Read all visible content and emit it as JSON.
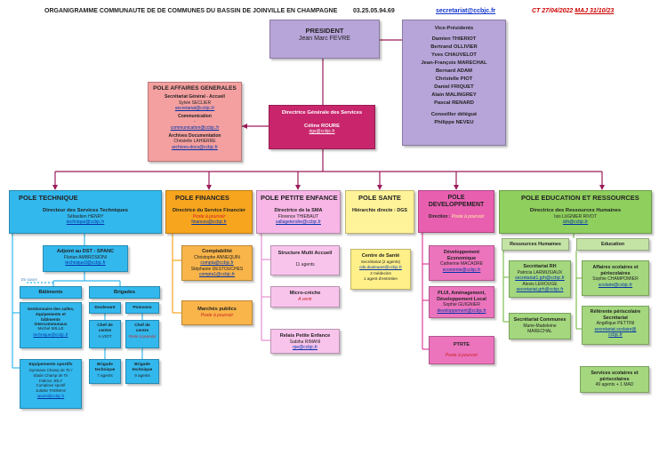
{
  "header": {
    "title": "ORGANIGRAMME COMMUNAUTE DE DE COMMUNES DU BASSIN DE JOINVILLE EN CHAMPAGNE",
    "phone": "03.25.05.94.69",
    "email": "secretariat@ccbjc.fr",
    "date": "CT 27/04/2022",
    "update": "MAJ 31/10/23"
  },
  "president": {
    "title": "PRESIDENT",
    "name": "Jean Marc FEVRE"
  },
  "vice": {
    "title": "Vice-Présidents",
    "names": [
      "Damien THIERIOT",
      "Bertrand OLLIVIER",
      "Yves CHAUVELOT",
      "Jean-François MARECHAL",
      "Bernard ADAM",
      "Christelle PIOT",
      "Daniel FRIQUET",
      "Alain MALINGREY",
      "Pascal RENARD"
    ],
    "delegue_title": "Conseiller délégué",
    "delegue_name": "Philippe NEVEU"
  },
  "dgs": {
    "title": "Directrice Générale des Services",
    "name": "Céline ROURE",
    "email": "dgs@ccbjc.fr"
  },
  "affaires": {
    "title": "POLE AFFAIRES GENERALES",
    "sec_title": "Secrétariat Général - Accueil",
    "sec_name": "Sylvie SECLIER",
    "sec_email": "secretariat@ccbjc.fr",
    "com_title": "Communication",
    "com_dash": "-",
    "com_email": "communication@ccbjc.fr",
    "arch_title": "Archives Documentation",
    "arch_name": "Christelle LAHIERRE",
    "arch_email": "archives-docs@ccbjc.fr"
  },
  "technique": {
    "title": "POLE TECHNIQUE",
    "dir_title": "Directeur des Services Techniques",
    "dir_name": "Sébastien HENRY",
    "dir_email": "technique@ccbjc.fr",
    "adj_title": "Adjoint au DST - SPANC",
    "adj_name": "Florian AMBROSIONI",
    "adj_email": "technique3@ccbjc.fr",
    "en_cours": "En cours",
    "bat_title": "Bâtiments",
    "brig_title": "Brigades",
    "gest_lines": [
      "Gestionnaire des salles,",
      "équipements et",
      "bâtiments",
      "intercommunaux"
    ],
    "gest_name": "Michel MILLE",
    "gest_email": "technique@ccbjc.fr",
    "equip_title": "Equipements sportifs",
    "equip_lines": [
      "Gymnase Champ de Tir /",
      "Stade Champ de Tir",
      "Fabrice JOLY",
      "Complexe sportif",
      "Juliette THOMAS"
    ],
    "equip_email": "sports@ccbjc.fr",
    "doulevant": "Doulevant",
    "poissons": "Poissons",
    "chef1_title": "Chef de",
    "chef1_title2": "centre",
    "chef1_name": "A.VIOT",
    "chef2_title": "Chef de",
    "chef2_title2": "centre",
    "chef2_name": "Poste à pourvoir",
    "brig1_title": "Brigade",
    "brig1_title2": "technique",
    "brig1_count": "7 agents",
    "brig2_title": "Brigade",
    "brig2_title2": "technique",
    "brig2_count": "9 agents"
  },
  "finances": {
    "title": "POLE FINANCES",
    "dir_title": "Directrice du Service Financier",
    "dir_status": "Poste à pourvoir",
    "dir_email": "finances@ccbjc.fr",
    "compta_title": "Comptabilité",
    "compta_name1": "Christophe ANNEQUIN",
    "compta_email1": "compta@ccbjc.fr",
    "compta_name2": "Stéphanie DESTOUCHES",
    "compta_email2": "compta1@ccbjc.fr",
    "marches_title": "Marchés publics",
    "marches_status": "Poste à pourvoir"
  },
  "enfance": {
    "title": "POLE PETITE ENFANCE",
    "dir_title": "Directrice de la SMA",
    "dir_name": "Florence THIEBAUT",
    "dir_email": "sallagetendre@ccbjc.fr",
    "sma_title": "Structure Multi Accueil",
    "sma_count": "11 agents",
    "micro_title": "Micro-crèche",
    "micro_status": "A venir",
    "relais_title": "Relais Petite Enfance",
    "relais_name": "Sabiha RIMANI",
    "relais_email": "rpe@ccbjc.fr"
  },
  "sante": {
    "title": "POLE SANTE",
    "hier": "Hiérarchie directe : DGS",
    "centre_title": "Centre de Santé",
    "centre_lines": [
      "Secrétariat (2 agents)"
    ],
    "centre_email": "cds.douleuant@ccbjc.fr",
    "centre_lines2": [
      "2 médecins",
      "1 agent d'entretien"
    ]
  },
  "dev": {
    "title1": "POLE",
    "title2": "DEVELOPPEMENT",
    "dir_label": "Direction :",
    "dir_status": "Poste à pourvoir",
    "eco_title1": "Développement",
    "eco_title2": "Economique",
    "eco_name": "Catherine MACADRE",
    "eco_email": "economie@ccbjc.fr",
    "plui_title1": "PLUI, Aménagement,",
    "plui_title2": "Développement Local",
    "plui_name": "Sophie GUIGNIER",
    "plui_email": "developpement@ccbjc.fr",
    "pt_title": "PTRTE",
    "pt_status": "Poste à pourvoir"
  },
  "education": {
    "title": "POLE EDUCATION ET RESSOURCES",
    "dir_title": "Directrice des Ressources Humaines",
    "dir_name": "Isis LUGNIER RIVOT",
    "dir_email": "drh@ccbjc.fr",
    "rh_head": "Ressources Humaines",
    "edu_head": "Education",
    "secrh_title": "Secrétariat RH",
    "secrh_name1": "Patricia LARMUSIAUX",
    "secrh_email1": "secretariat1.grh@ccbjc.fr",
    "secrh_name2": "Alexis LEROUGE",
    "secrh_email2": "secretariat.grh@ccbjc.fr",
    "seccom_title": "Secrétariat Communes",
    "seccom_name1": "Marie-Madeleine",
    "seccom_name2": "MARECHAL",
    "aff_title1": "Affaires scolaires et",
    "aff_title2": "périscolaires",
    "aff_name": "Sophie CHAMPOMIER",
    "aff_email": "scolaire@ccbjc.fr",
    "ref_title1": "Référente périscolaire",
    "ref_title2": "Secrétariat",
    "ref_name": "Angélique PETTINI",
    "ref_email1": "secretariat.scolaire@",
    "ref_email2": "ccbjc.fr",
    "serv_title1": "Services scolaires et",
    "serv_title2": "périscolaires",
    "serv_count": "49 agents + 1 MAD"
  },
  "colors": {
    "connector": "#9b1b5a",
    "blue_connector": "#33b8ee",
    "orange_connector": "#f7a51e",
    "pink_connector": "#e78fd0",
    "magenta_connector": "#e0409a",
    "green_connector": "#7fbf4f"
  }
}
